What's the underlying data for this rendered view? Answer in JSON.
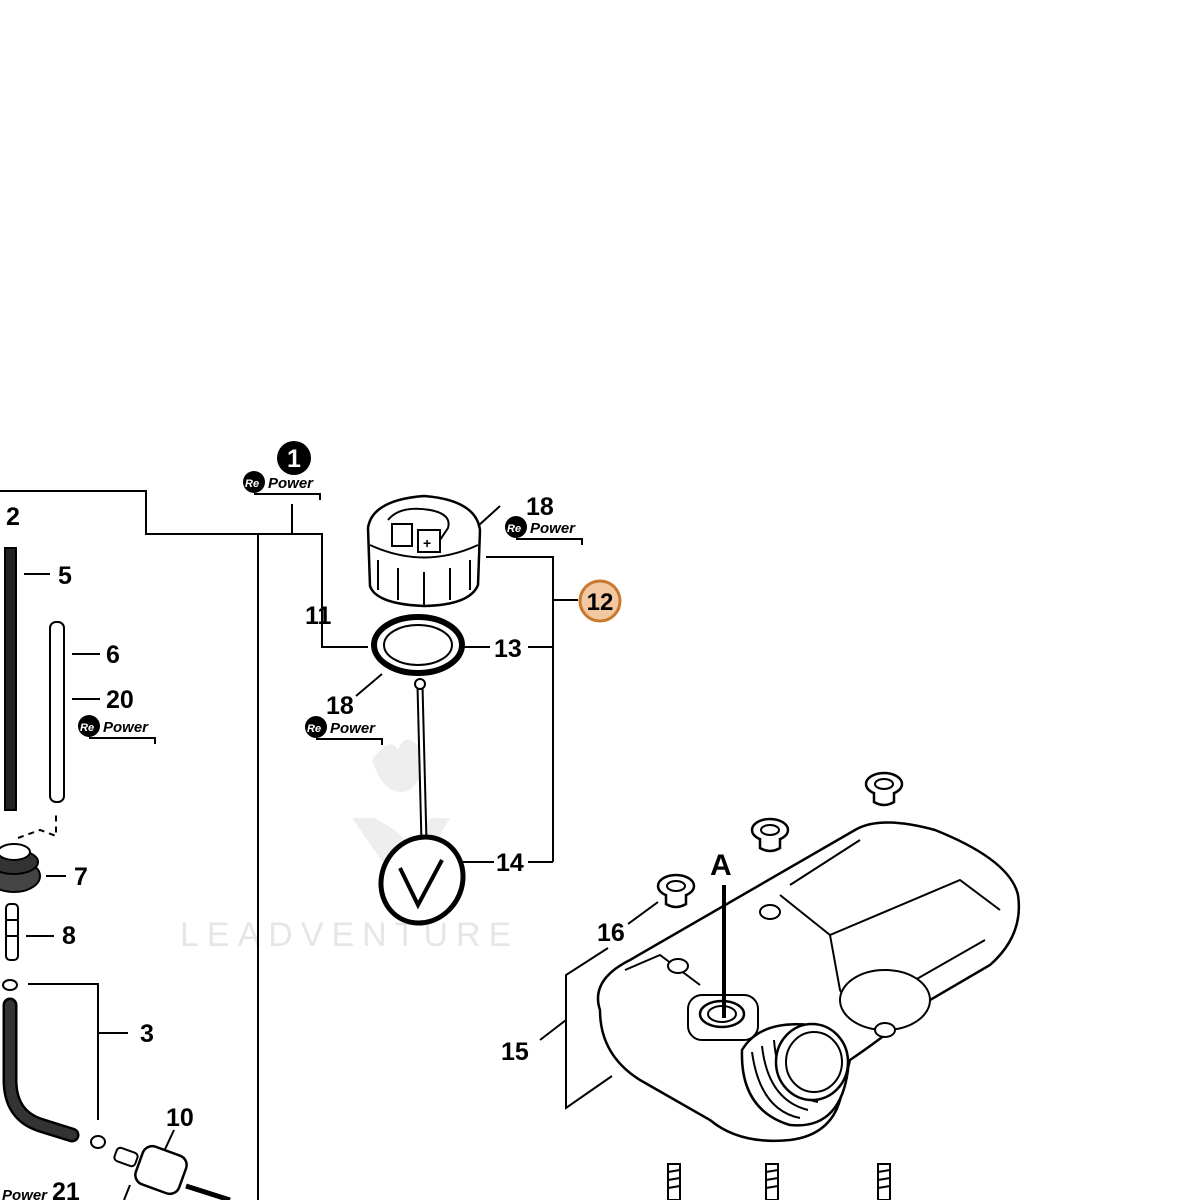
{
  "watermark": "LEADVENTURE",
  "repower_prefix": "Re",
  "repower_text": "Power",
  "callouts": {
    "c1": "1",
    "c2": "2",
    "c3": "3",
    "c5": "5",
    "c6": "6",
    "c7": "7",
    "c8": "8",
    "c10": "10",
    "c11": "11",
    "c12": "12",
    "c13": "13",
    "c14": "14",
    "c15": "15",
    "c16": "16",
    "c18a": "18",
    "c18b": "18",
    "c20": "20",
    "c21": "21",
    "cA": "A"
  },
  "colors": {
    "highlight_fill": "#f2c8a2",
    "highlight_stroke": "#c8792e",
    "ink": "#000000"
  }
}
